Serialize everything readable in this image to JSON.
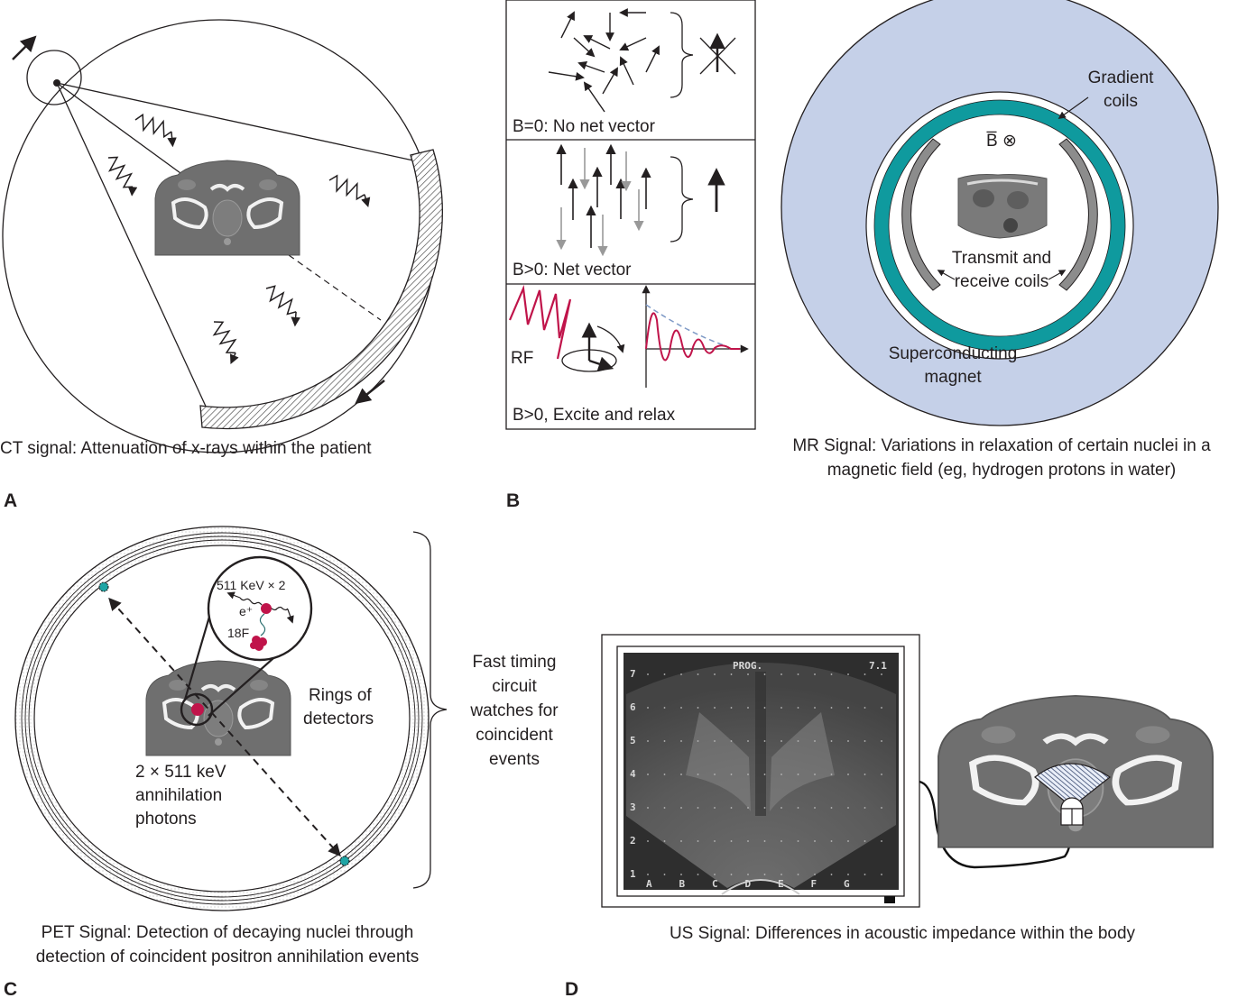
{
  "figure": {
    "panels": {
      "A": {
        "letter": "A",
        "caption": "CT signal: Attenuation of x-rays within the patient"
      },
      "B": {
        "letter": "B",
        "sub_panels": [
          {
            "label": "B=0: No net vector"
          },
          {
            "label": "B>0: Net vector"
          },
          {
            "label": "B>0, Excite and relax",
            "rf_label": "RF"
          }
        ],
        "mr": {
          "gradient_label_1": "Gradient",
          "gradient_label_2": "coils",
          "field_symbol": "B̅ ⊗",
          "transmit_label_1": "Transmit and",
          "transmit_label_2": "receive coils",
          "magnet_label_1": "Superconducting",
          "magnet_label_2": "magnet"
        },
        "caption_line1": "MR Signal: Variations in relaxation of certain nuclei in a",
        "caption_line2": "magnetic field (eg, hydrogen protons in water)"
      },
      "C": {
        "letter": "C",
        "inset_energy": "511 KeV × 2",
        "inset_positron": "e⁺",
        "inset_isotope": "18F",
        "rings_label_1": "Rings of",
        "rings_label_2": "detectors",
        "photons_label_1": "2 × 511 keV",
        "photons_label_2": "annihilation",
        "photons_label_3": "photons",
        "timing_label": [
          "Fast timing",
          "circuit",
          "watches for",
          "coincident",
          "events"
        ],
        "caption_line1": "PET Signal: Detection of decaying nuclei through",
        "caption_line2": "detection of coincident positron annihilation events"
      },
      "D": {
        "letter": "D",
        "us_header": "PROG.",
        "us_value": "7.1",
        "depth_ticks": [
          "7",
          "6",
          "5",
          "4",
          "3",
          "2",
          "1"
        ],
        "lateral_ticks": [
          "A",
          "B",
          "C",
          "D",
          "E",
          "F",
          "G"
        ],
        "caption": "US Signal: Differences in acoustic impedance within the body"
      }
    },
    "colors": {
      "magnet_fill": "#c5d0e8",
      "gradient_coil": "#0f9a9e",
      "rf_coil": "#8c8c8c",
      "rf_wave": "#c0144a",
      "decay_envelope": "#7f9ac6",
      "detector_spot": "#1fa5a5",
      "ct_tissue": "#6f6f6f"
    }
  }
}
